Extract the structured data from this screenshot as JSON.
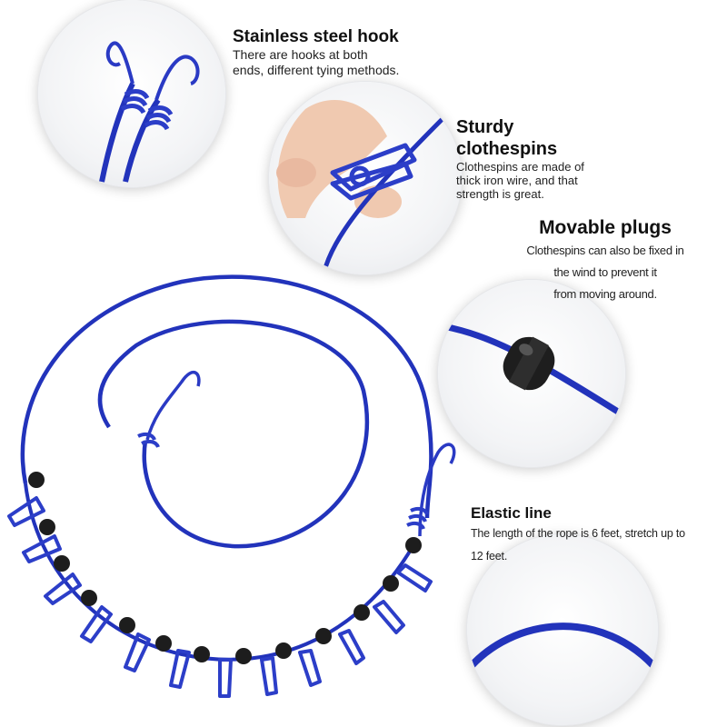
{
  "colors": {
    "rope": "#2233bb",
    "clip": "#2c3ec8",
    "plug": "#222222",
    "background": "#ffffff"
  },
  "features": [
    {
      "title": "Stainless steel hook",
      "desc_lines": [
        "There are hooks at both",
        "ends, different tying methods."
      ],
      "image_icon": "hook-closeup-icon"
    },
    {
      "title_lines": [
        "Sturdy",
        "clothespins"
      ],
      "desc_lines": [
        "Clothespins are made of",
        "thick iron wire, and that",
        "strength is great."
      ],
      "image_icon": "clothespin-closeup-icon"
    },
    {
      "title": "Movable plugs",
      "desc_lines": [
        "Clothespins can also be fixed in",
        "the wind to prevent it",
        "from moving around."
      ],
      "image_icon": "plug-closeup-icon"
    },
    {
      "title": "Elastic line",
      "desc_lines": [
        "The length of the rope is 6 feet, stretch up to",
        "12 feet."
      ],
      "image_icon": "elastic-rope-closeup-icon"
    }
  ],
  "main_image_icon": "clothesline-product-icon"
}
